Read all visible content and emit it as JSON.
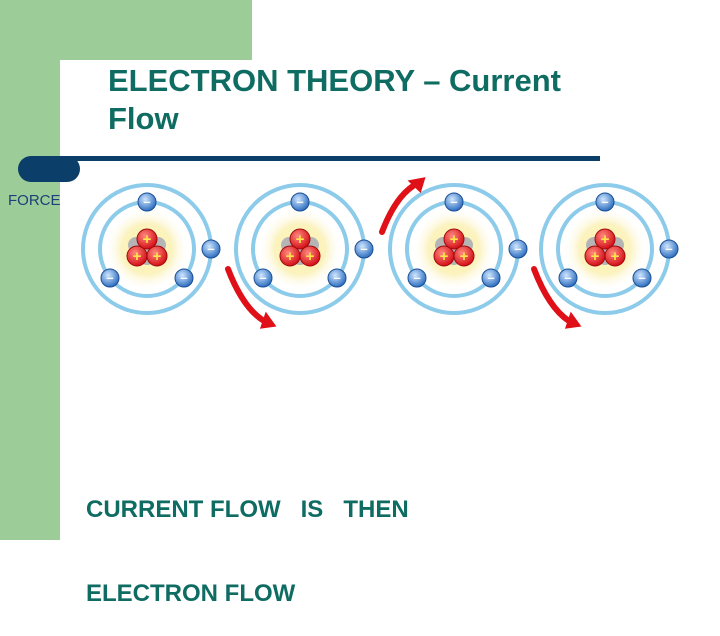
{
  "slide": {
    "title_line1": "ELECTRON THEORY – Current",
    "title_line2": "Flow",
    "force_label": "FORCE",
    "caption_line1": "CURRENT FLOW   IS   THEN",
    "caption_line2": "ELECTRON FLOW"
  },
  "atom": {
    "proton_symbol": "+",
    "electron_symbol": "–",
    "count": 4
  },
  "colors": {
    "title": "#0f6c63",
    "accent_green": "#9ccc98",
    "rule_blue": "#0b3e69",
    "orbit": "#8dcbea",
    "proton": "#e8151b",
    "electron": "#2f6fc0",
    "arrow": "#e01018"
  },
  "icons": {
    "arrow": "curved-arrow-icon",
    "electron": "electron-icon",
    "proton": "proton-icon"
  }
}
